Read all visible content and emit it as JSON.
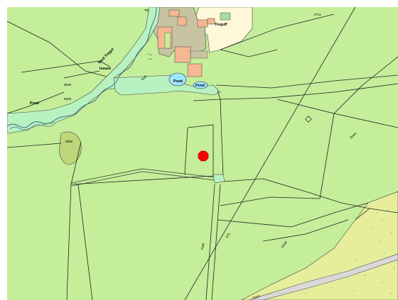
{
  "map": {
    "colors": {
      "field": "#c4ee9a",
      "water_strip": "#b8f2c0",
      "pond": "#9fe6ff",
      "building_main": "#c8c4a2",
      "building_orange": "#f6b892",
      "farmyard": "#fff8d8",
      "scrub": "#e6ee9c",
      "copse": "#c0d67a",
      "marker": "#ff0000",
      "road": "#d9d9d9"
    },
    "labels": {
      "treguff": "Treguff",
      "pond_1": "Pond",
      "pond_2": "Pond",
      "pond_3": "Pond",
      "nant": "Nant Treguf",
      "issues": "Issues",
      "wall": "Wall",
      "trk": "Trk",
      "parcel_2711": "2711",
      "parcel_8830": "8830",
      "parcel_8600": "8600",
      "parcel_8892": "8892",
      "drain_1": "Drain",
      "drain_2": "Drain",
      "drain_3": "Drain",
      "path": "Path",
      "etl": "ETL"
    },
    "icons": {
      "site_marker": "red-octagon-marker",
      "pylon": "pylon-diamond"
    }
  }
}
